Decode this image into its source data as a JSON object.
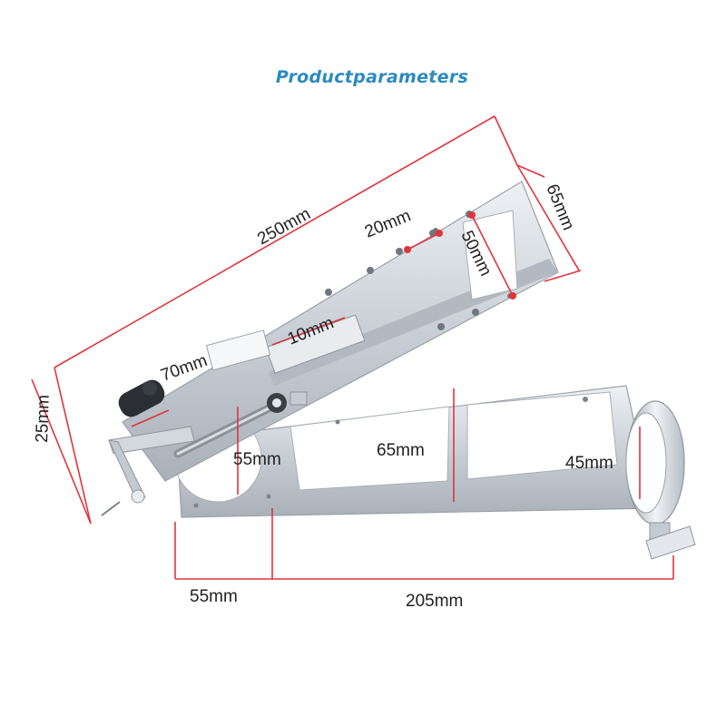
{
  "title": "Productparameters",
  "colors": {
    "title": "#2a8bc0",
    "dimension_line": "#e0343c",
    "metal": "#cfd5db",
    "knob": "#2b2f34",
    "background": "#ffffff"
  },
  "dimensions": {
    "arm_length": "250mm",
    "arm_width": "65mm",
    "hole_spacing": "20mm",
    "slot_length": "50mm",
    "pivot_width": "70mm",
    "arm_depth": "10mm",
    "end_height": "25mm",
    "spring_height": "55mm",
    "base_height": "65mm",
    "clamp_diameter": "45mm",
    "left_offset": "55mm",
    "base_length": "205mm"
  }
}
